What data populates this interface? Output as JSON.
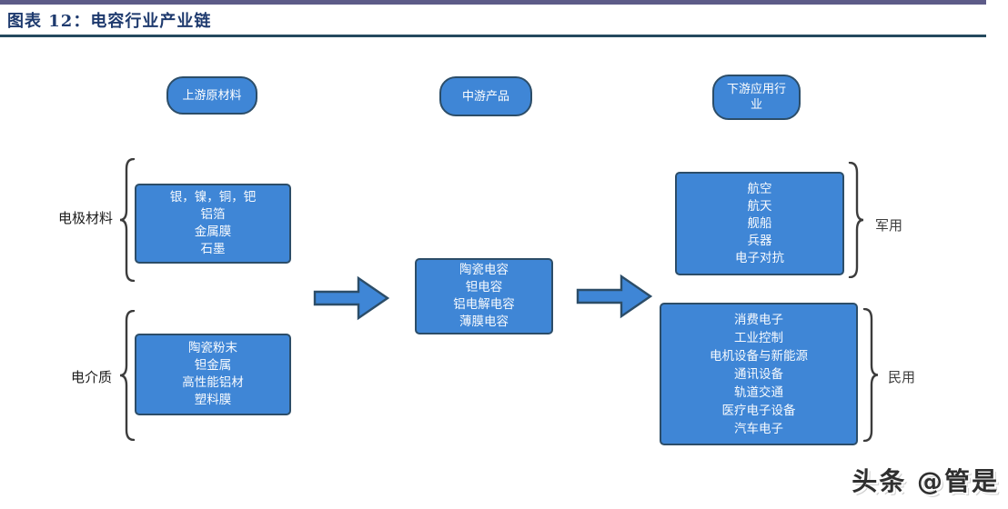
{
  "title": "图表 12：电容行业产业链",
  "colors": {
    "node_fill": "#3F86D6",
    "node_border": "#2C4D68",
    "top_rule": "#5D5B88",
    "title_rule": "#24495E",
    "title_text": "#1E3A6E",
    "node_text": "#FFFFFF"
  },
  "headers": {
    "upstream": "上游原材料",
    "midstream": "中游产品",
    "downstream": "下游应用行业"
  },
  "upstream": {
    "groups": [
      {
        "label": "电极材料",
        "items": [
          "银，镍，铜，钯",
          "铝箔",
          "金属膜",
          "石墨"
        ]
      },
      {
        "label": "电介质",
        "items": [
          "陶瓷粉末",
          "钽金属",
          "高性能铝材",
          "塑料膜"
        ]
      }
    ]
  },
  "midstream": {
    "items": [
      "陶瓷电容",
      "钽电容",
      "铝电解电容",
      "薄膜电容"
    ]
  },
  "downstream": {
    "groups": [
      {
        "label": "军用",
        "items": [
          "航空",
          "航天",
          "舰船",
          "兵器",
          "电子对抗"
        ]
      },
      {
        "label": "民用",
        "items": [
          "消费电子",
          "工业控制",
          "电机设备与新能源",
          "通讯设备",
          "轨道交通",
          "医疗电子设备",
          "汽车电子"
        ]
      }
    ]
  },
  "watermark": "头条 @管是"
}
